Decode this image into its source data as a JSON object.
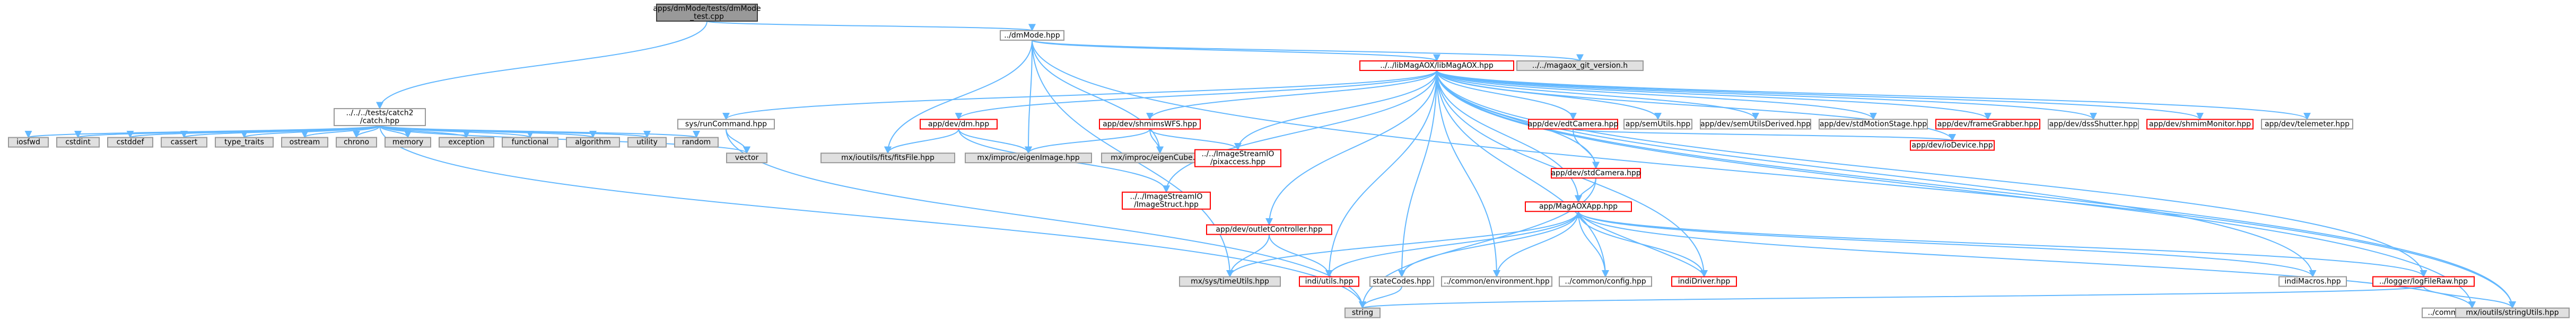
{
  "theme": {
    "edge": "#63B8FF",
    "red": "#FF0000",
    "gray": "#999999",
    "dark": "#404040",
    "fill_root": "#999999",
    "fill_white": "#FFFFFF",
    "fill_gray": "#E0E0E0",
    "text": "#000000"
  },
  "nodes": [
    {
      "id": "root",
      "lines": [
        "apps/dmMode/tests/dmMode",
        "_test.cpp"
      ],
      "style": "root"
    },
    {
      "id": "dmMode",
      "lines": [
        "../dmMode.hpp"
      ],
      "style": "white"
    },
    {
      "id": "catch",
      "lines": [
        "../../../tests/catch2",
        "/catch.hpp"
      ],
      "style": "white"
    },
    {
      "id": "magaox",
      "lines": [
        "../../libMagAOX/libMagAOX.hpp"
      ],
      "style": "red"
    },
    {
      "id": "gitver",
      "lines": [
        "../../magaox_git_version.h"
      ],
      "style": "gray"
    },
    {
      "id": "iosfwd",
      "lines": [
        "iosfwd"
      ],
      "style": "gray"
    },
    {
      "id": "cstdint",
      "lines": [
        "cstdint"
      ],
      "style": "gray"
    },
    {
      "id": "cstddef",
      "lines": [
        "cstddef"
      ],
      "style": "gray"
    },
    {
      "id": "cassert",
      "lines": [
        "cassert"
      ],
      "style": "gray"
    },
    {
      "id": "type_traits",
      "lines": [
        "type_traits"
      ],
      "style": "gray"
    },
    {
      "id": "ostream",
      "lines": [
        "ostream"
      ],
      "style": "gray"
    },
    {
      "id": "chrono",
      "lines": [
        "chrono"
      ],
      "style": "gray"
    },
    {
      "id": "memory",
      "lines": [
        "memory"
      ],
      "style": "gray"
    },
    {
      "id": "exception",
      "lines": [
        "exception"
      ],
      "style": "gray"
    },
    {
      "id": "functional",
      "lines": [
        "functional"
      ],
      "style": "gray"
    },
    {
      "id": "algorithm",
      "lines": [
        "algorithm"
      ],
      "style": "gray"
    },
    {
      "id": "utility",
      "lines": [
        "utility"
      ],
      "style": "gray"
    },
    {
      "id": "random",
      "lines": [
        "random"
      ],
      "style": "gray"
    },
    {
      "id": "vector",
      "lines": [
        "vector"
      ],
      "style": "gray"
    },
    {
      "id": "sysrun",
      "lines": [
        "sys/runCommand.hpp"
      ],
      "style": "white"
    },
    {
      "id": "dm",
      "lines": [
        "app/dev/dm.hpp"
      ],
      "style": "red"
    },
    {
      "id": "shmimwfs",
      "lines": [
        "app/dev/shmimsWFS.hpp"
      ],
      "style": "red"
    },
    {
      "id": "ffc",
      "lines": [
        "mx/ioutils/fits/fitsFile.hpp"
      ],
      "style": "gray"
    },
    {
      "id": "eigenimg",
      "lines": [
        "mx/improc/eigenImage.hpp"
      ],
      "style": "gray"
    },
    {
      "id": "eigencube",
      "lines": [
        "mx/improc/eigenCube.hpp"
      ],
      "style": "gray"
    },
    {
      "id": "pixaccess",
      "lines": [
        "../../ImageStreamIO",
        "/pixaccess.hpp"
      ],
      "style": "red"
    },
    {
      "id": "imagestruct",
      "lines": [
        "../../ImageStreamIO",
        "/ImageStruct.hpp"
      ],
      "style": "red"
    },
    {
      "id": "outlet",
      "lines": [
        "app/dev/outletController.hpp"
      ],
      "style": "red"
    },
    {
      "id": "timeutils",
      "lines": [
        "mx/sys/timeUtils.hpp"
      ],
      "style": "gray"
    },
    {
      "id": "indiutils",
      "lines": [
        "indi/utils.hpp"
      ],
      "style": "red"
    },
    {
      "id": "statecodes",
      "lines": [
        "stateCodes.hpp"
      ],
      "style": "white"
    },
    {
      "id": "environment",
      "lines": [
        "../common/environment.hpp"
      ],
      "style": "white"
    },
    {
      "id": "commonconfig",
      "lines": [
        "../common/config.hpp"
      ],
      "style": "white"
    },
    {
      "id": "string",
      "lines": [
        "string"
      ],
      "style": "gray"
    },
    {
      "id": "appmagaox",
      "lines": [
        "app/MagAOXApp.hpp"
      ],
      "style": "red"
    },
    {
      "id": "stdcamera",
      "lines": [
        "app/dev/stdCamera.hpp"
      ],
      "style": "red"
    },
    {
      "id": "edtcamera",
      "lines": [
        "app/dev/edtCamera.hpp"
      ],
      "style": "red"
    },
    {
      "id": "indidriver",
      "lines": [
        "indiDriver.hpp"
      ],
      "style": "red"
    },
    {
      "id": "indimacros",
      "lines": [
        "indiMacros.hpp"
      ],
      "style": "white"
    },
    {
      "id": "logfile",
      "lines": [
        "../logger/logFileRaw.hpp"
      ],
      "style": "red"
    },
    {
      "id": "defaults",
      "lines": [
        "../common/defaults.hpp"
      ],
      "style": "white"
    },
    {
      "id": "stringutils",
      "lines": [
        "mx/ioutils/stringUtils.hpp"
      ],
      "style": "gray"
    },
    {
      "id": "appsemutils",
      "lines": [
        "app/semUtils.hpp"
      ],
      "style": "white"
    },
    {
      "id": "semutilsderived",
      "lines": [
        "app/dev/semUtilsDerived.hpp"
      ],
      "style": "white"
    },
    {
      "id": "stdmotion",
      "lines": [
        "app/dev/stdMotionStage.hpp"
      ],
      "style": "white"
    },
    {
      "id": "framegrabber",
      "lines": [
        "app/dev/frameGrabber.hpp"
      ],
      "style": "red"
    },
    {
      "id": "shutter",
      "lines": [
        "app/dev/dssShutter.hpp"
      ],
      "style": "white"
    },
    {
      "id": "shmimmonitor",
      "lines": [
        "app/dev/shmimMonitor.hpp"
      ],
      "style": "red"
    },
    {
      "id": "telemeter",
      "lines": [
        "app/dev/telemeter.hpp"
      ],
      "style": "white"
    },
    {
      "id": "iodevice",
      "lines": [
        "app/dev/ioDevice.hpp"
      ],
      "style": "red"
    }
  ],
  "edges": [
    [
      "root",
      "dmMode"
    ],
    [
      "root",
      "catch"
    ],
    [
      "dmMode",
      "magaox"
    ],
    [
      "dmMode",
      "gitver"
    ],
    [
      "dmMode",
      "ffc"
    ],
    [
      "dmMode",
      "eigenimg"
    ],
    [
      "dmMode",
      "eigencube"
    ],
    [
      "dmMode",
      "timeutils"
    ],
    [
      "dmMode",
      "stringutils"
    ],
    [
      "catch",
      "iosfwd"
    ],
    [
      "catch",
      "cstdint"
    ],
    [
      "catch",
      "cstddef"
    ],
    [
      "catch",
      "cassert"
    ],
    [
      "catch",
      "type_traits"
    ],
    [
      "catch",
      "ostream"
    ],
    [
      "catch",
      "chrono"
    ],
    [
      "catch",
      "memory"
    ],
    [
      "catch",
      "exception"
    ],
    [
      "catch",
      "functional"
    ],
    [
      "catch",
      "algorithm"
    ],
    [
      "catch",
      "utility"
    ],
    [
      "catch",
      "random"
    ],
    [
      "catch",
      "vector"
    ],
    [
      "catch",
      "string"
    ],
    [
      "magaox",
      "sysrun"
    ],
    [
      "magaox",
      "dm"
    ],
    [
      "magaox",
      "shmimwfs"
    ],
    [
      "magaox",
      "pixaccess"
    ],
    [
      "magaox",
      "imagestruct"
    ],
    [
      "magaox",
      "outlet"
    ],
    [
      "magaox",
      "indiutils"
    ],
    [
      "magaox",
      "statecodes"
    ],
    [
      "magaox",
      "environment"
    ],
    [
      "magaox",
      "commonconfig"
    ],
    [
      "magaox",
      "appmagaox"
    ],
    [
      "magaox",
      "edtcamera"
    ],
    [
      "magaox",
      "stdcamera"
    ],
    [
      "magaox",
      "appsemutils"
    ],
    [
      "magaox",
      "semutilsderived"
    ],
    [
      "magaox",
      "stdmotion"
    ],
    [
      "magaox",
      "framegrabber"
    ],
    [
      "magaox",
      "shutter"
    ],
    [
      "magaox",
      "shmimmonitor"
    ],
    [
      "magaox",
      "telemeter"
    ],
    [
      "magaox",
      "iodevice"
    ],
    [
      "magaox",
      "indidriver"
    ],
    [
      "magaox",
      "indimacros"
    ],
    [
      "magaox",
      "logfile"
    ],
    [
      "magaox",
      "defaults"
    ],
    [
      "magaox",
      "stringutils"
    ],
    [
      "sysrun",
      "vector"
    ],
    [
      "sysrun",
      "string"
    ],
    [
      "dm",
      "ffc"
    ],
    [
      "dm",
      "eigenimg"
    ],
    [
      "dm",
      "imagestruct"
    ],
    [
      "shmimwfs",
      "eigenimg"
    ],
    [
      "shmimwfs",
      "eigencube"
    ],
    [
      "shmimwfs",
      "pixaccess"
    ],
    [
      "outlet",
      "timeutils"
    ],
    [
      "outlet",
      "indiutils"
    ],
    [
      "edtcamera",
      "stdcamera"
    ],
    [
      "edtcamera",
      "iodevice"
    ],
    [
      "stdcamera",
      "appmagaox"
    ],
    [
      "stdcamera",
      "string"
    ],
    [
      "appmagaox",
      "timeutils"
    ],
    [
      "appmagaox",
      "indiutils"
    ],
    [
      "appmagaox",
      "statecodes"
    ],
    [
      "appmagaox",
      "environment"
    ],
    [
      "appmagaox",
      "commonconfig"
    ],
    [
      "appmagaox",
      "indidriver"
    ],
    [
      "appmagaox",
      "indimacros"
    ],
    [
      "appmagaox",
      "logfile"
    ],
    [
      "appmagaox",
      "defaults"
    ],
    [
      "indidriver",
      "appmagaox"
    ],
    [
      "statecodes",
      "string"
    ],
    [
      "logfile",
      "string"
    ],
    [
      "logfile",
      "stringutils"
    ]
  ]
}
